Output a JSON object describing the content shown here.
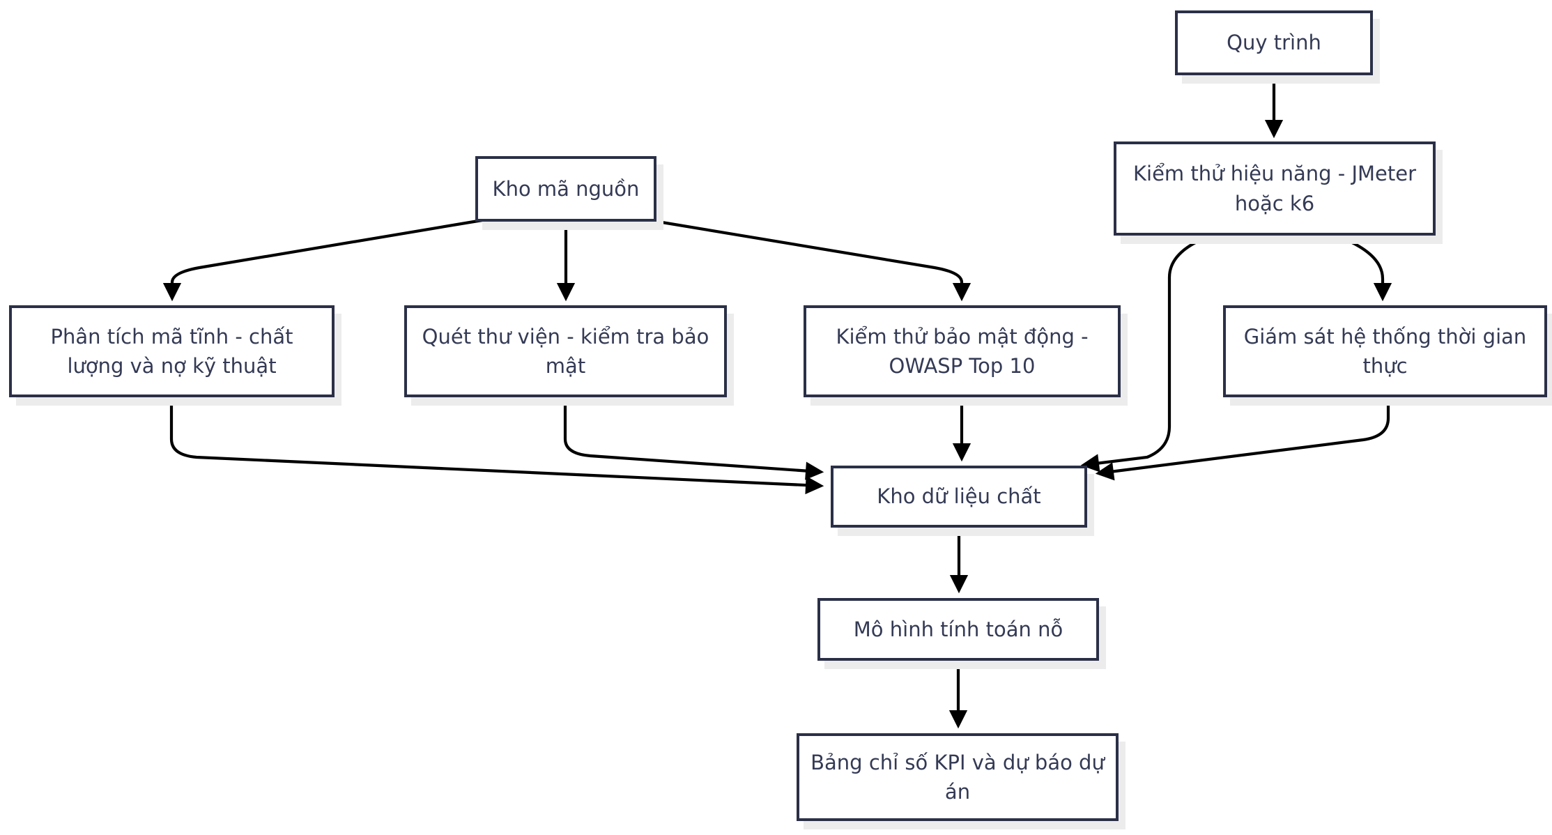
{
  "diagram": {
    "type": "flowchart",
    "direction": "top-down",
    "colors": {
      "node_border": "#2b3047",
      "node_fill": "#ffffff",
      "text": "#343a55",
      "edge": "#000000",
      "shadow": "#ececec",
      "background": "#ffffff"
    },
    "nodes": {
      "quy_trinh": {
        "label": "Quy trình",
        "lines": [
          "Quy trình"
        ]
      },
      "kho_ma_nguon": {
        "label": "Kho mã nguồn",
        "lines": [
          "Kho mã nguồn"
        ]
      },
      "kiem_thu_hieu_nang": {
        "label": "Kiểm thử hiệu năng - JMeter hoặc k6",
        "lines": [
          "Kiểm thử hiệu năng - JMeter",
          "hoặc k6"
        ]
      },
      "phan_tich_ma_tinh": {
        "label": "Phân tích mã tĩnh - chất lượng và nợ kỹ thuật",
        "lines": [
          "Phân tích mã tĩnh - chất",
          "lượng và nợ kỹ thuật"
        ]
      },
      "quet_thu_vien": {
        "label": "Quét thư viện - kiểm tra bảo mật",
        "lines": [
          "Quét thư viện - kiểm tra bảo",
          "mật"
        ]
      },
      "kiem_thu_bao_mat": {
        "label": "Kiểm thử bảo mật động - OWASP Top 10",
        "lines": [
          "Kiểm thử bảo mật động -",
          "OWASP Top 10"
        ]
      },
      "giam_sat": {
        "label": "Giám sát hệ thống thời gian thực",
        "lines": [
          "Giám sát hệ thống thời gian",
          "thực"
        ]
      },
      "kho_du_lieu": {
        "label": "Kho dữ liệu chất",
        "lines": [
          "Kho dữ liệu chất"
        ]
      },
      "mo_hinh": {
        "label": "Mô hình tính toán nỗ",
        "lines": [
          "Mô hình tính toán nỗ"
        ]
      },
      "kpi": {
        "label": "Bảng chỉ số KPI và dự báo dự án",
        "lines": [
          "Bảng chỉ số KPI và dự báo dự",
          "án"
        ]
      }
    },
    "edges": [
      {
        "from": "quy_trinh",
        "to": "kiem_thu_hieu_nang"
      },
      {
        "from": "kho_ma_nguon",
        "to": "phan_tich_ma_tinh"
      },
      {
        "from": "kho_ma_nguon",
        "to": "quet_thu_vien"
      },
      {
        "from": "kho_ma_nguon",
        "to": "kiem_thu_bao_mat"
      },
      {
        "from": "kiem_thu_hieu_nang",
        "to": "kho_du_lieu"
      },
      {
        "from": "kiem_thu_hieu_nang",
        "to": "giam_sat"
      },
      {
        "from": "phan_tich_ma_tinh",
        "to": "kho_du_lieu"
      },
      {
        "from": "quet_thu_vien",
        "to": "kho_du_lieu"
      },
      {
        "from": "kiem_thu_bao_mat",
        "to": "kho_du_lieu"
      },
      {
        "from": "giam_sat",
        "to": "kho_du_lieu"
      },
      {
        "from": "kho_du_lieu",
        "to": "mo_hinh"
      },
      {
        "from": "mo_hinh",
        "to": "kpi"
      }
    ]
  }
}
